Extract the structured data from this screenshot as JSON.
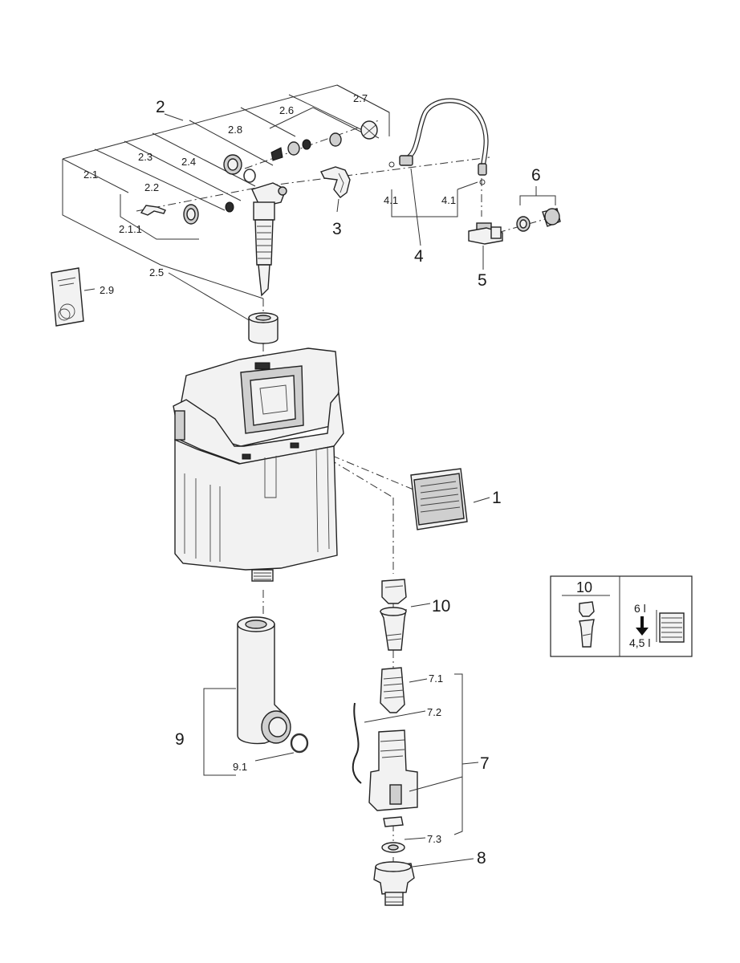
{
  "labels": {
    "l1": "1",
    "l2": "2",
    "l2_1": "2.1",
    "l2_1_1": "2.1.1",
    "l2_2": "2.2",
    "l2_3": "2.3",
    "l2_4": "2.4",
    "l2_5": "2.5",
    "l2_6": "2.6",
    "l2_7": "2.7",
    "l2_8": "2.8",
    "l2_9": "2.9",
    "l3": "3",
    "l4": "4",
    "l4_1a": "4.1",
    "l4_1b": "4.1",
    "l5": "5",
    "l6": "6",
    "l7": "7",
    "l7_1": "7.1",
    "l7_2": "7.2",
    "l7_3": "7.3",
    "l8": "8",
    "l9": "9",
    "l9_1": "9.1",
    "l10": "10"
  },
  "legend_box": {
    "title": "10",
    "volume_high": "6 l",
    "volume_low": "4,5 l"
  }
}
